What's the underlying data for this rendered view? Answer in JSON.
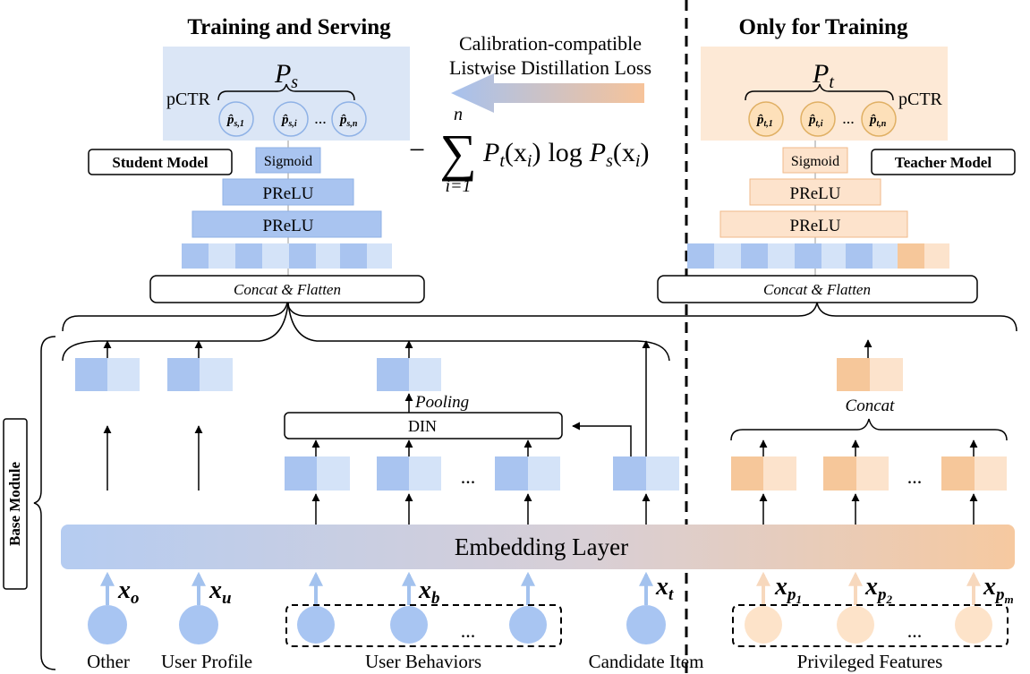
{
  "headings": {
    "left": "Training and Serving",
    "right": "Only for Training"
  },
  "loss": {
    "line1": "Calibration-compatible",
    "line2": "Listwise Distillation Loss",
    "minus": "−",
    "sum": "∑",
    "sum_upper": "n",
    "sum_lower": "i=1",
    "formula_p": "P",
    "formula_t": "t",
    "formula_xi": "(x",
    "formula_i": "i",
    "formula_close": ")",
    "formula_log": "log",
    "formula_s": "s"
  },
  "student": {
    "label": "Student Model",
    "P": "P",
    "P_sub": "s",
    "pctr": "pCTR",
    "bubbles": [
      {
        "main": "p̂",
        "sub": "s,1"
      },
      {
        "main": "p̂",
        "sub": "s,i"
      },
      {
        "main": "p̂",
        "sub": "s,n"
      }
    ],
    "dots": "...",
    "sigmoid": "Sigmoid",
    "prelu1": "PReLU",
    "prelu2": "PReLU",
    "concat": "Concat & Flatten"
  },
  "teacher": {
    "label": "Teacher Model",
    "P": "P",
    "P_sub": "t",
    "pctr": "pCTR",
    "bubbles": [
      {
        "main": "p̂",
        "sub": "t,1"
      },
      {
        "main": "p̂",
        "sub": "t,i"
      },
      {
        "main": "p̂",
        "sub": "t,n"
      }
    ],
    "dots": "...",
    "sigmoid": "Sigmoid",
    "prelu1": "PReLU",
    "prelu2": "PReLU",
    "concat": "Concat & Flatten"
  },
  "base_module": {
    "label": "Base Module",
    "pooling": "Pooling",
    "din": "DIN",
    "concat": "Concat",
    "dots": "...",
    "embedding": "Embedding Layer"
  },
  "inputs": {
    "xo": {
      "x": "x",
      "sub": "o"
    },
    "xu": {
      "x": "x",
      "sub": "u"
    },
    "xb": {
      "x": "x",
      "sub": "b"
    },
    "xt": {
      "x": "x",
      "sub": "t"
    },
    "xp1": {
      "x": "x",
      "sub": "p",
      "subsub": "1"
    },
    "xp2": {
      "x": "x",
      "sub": "p",
      "subsub": "2"
    },
    "xpm": {
      "x": "x",
      "sub": "p",
      "subsub": "m"
    },
    "dots": "..."
  },
  "bottom_labels": {
    "other": "Other",
    "user_profile": "User Profile",
    "user_behaviors": "User Behaviors",
    "candidate_item": "Candidate Item",
    "privileged_features": "Privileged Features"
  },
  "colors": {
    "blue_dark": "#a9c4f0",
    "blue_light": "#d4e3f8",
    "blue_panel": "#dbe6f6",
    "blue_circle": "#a8c5f2",
    "blue_arrow": "#a3c2ee",
    "orange_dark": "#f6c79a",
    "orange_light": "#fce3cc",
    "orange_panel": "#fde9d6",
    "orange_circle": "#fde3c9",
    "orange_arrow": "#f7d8bd",
    "line": "#000000"
  }
}
